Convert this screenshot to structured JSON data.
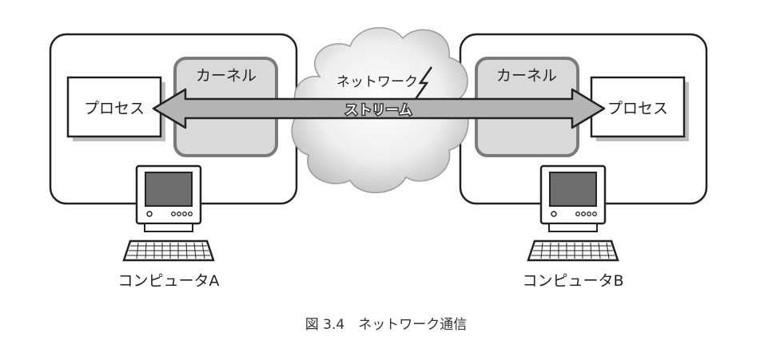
{
  "labels": {
    "kernel_left": "カーネル",
    "kernel_right": "カーネル",
    "process_left": "プロセス",
    "process_right": "プロセス",
    "network": "ネットワーク",
    "stream": "ストリーム",
    "computer_a": "コンピュータA",
    "computer_b": "コンピュータB"
  },
  "caption": "図 3.4　ネットワーク通信",
  "colors": {
    "line": "#222222",
    "kernel_fill": "#d9d9d9",
    "kernel_stroke": "#7a7a7a",
    "arrow_fill": "#b4b4b4",
    "cloud_fill": "#ececec",
    "screen_fill": "#6e6e6e"
  }
}
